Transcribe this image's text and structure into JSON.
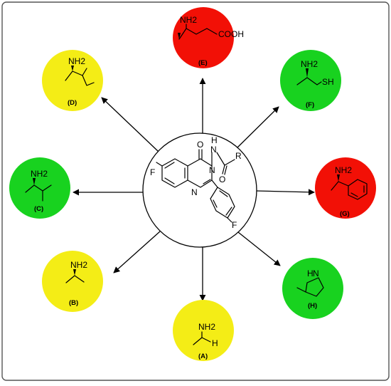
{
  "colors": {
    "green": "#18d21f",
    "yellow": "#f4ed16",
    "red": "#f21006",
    "frame": "#555555",
    "center_fill": "#ffffff"
  },
  "core": {
    "atoms": {
      "F_left": "F",
      "O_top": "O",
      "N3": "N",
      "N1": "N",
      "HN": "H",
      "HN_N": "N",
      "O_amide": "O",
      "R": "R",
      "F_right": "F"
    }
  },
  "substituents": [
    {
      "id": "A",
      "label": "(A)",
      "color": "yellow",
      "atoms": {
        "amine": "NH2",
        "h": "H"
      }
    },
    {
      "id": "B",
      "label": "(B)",
      "color": "yellow",
      "atoms": {
        "amine": "NH2"
      }
    },
    {
      "id": "C",
      "label": "(C)",
      "color": "green",
      "atoms": {
        "amine": "NH2"
      }
    },
    {
      "id": "D",
      "label": "(D)",
      "color": "yellow",
      "atoms": {
        "amine": "NH2"
      }
    },
    {
      "id": "E",
      "label": "(E)",
      "color": "red",
      "atoms": {
        "amine": "NH2",
        "acid": "COOH"
      }
    },
    {
      "id": "F",
      "label": "(F)",
      "color": "green",
      "atoms": {
        "amine": "NH2",
        "thiol": "SH"
      }
    },
    {
      "id": "G",
      "label": "(G)",
      "color": "red",
      "atoms": {
        "amine": "NH2"
      }
    },
    {
      "id": "H",
      "label": "(H)",
      "color": "green",
      "atoms": {
        "amine": "H",
        "n": "N"
      }
    }
  ]
}
